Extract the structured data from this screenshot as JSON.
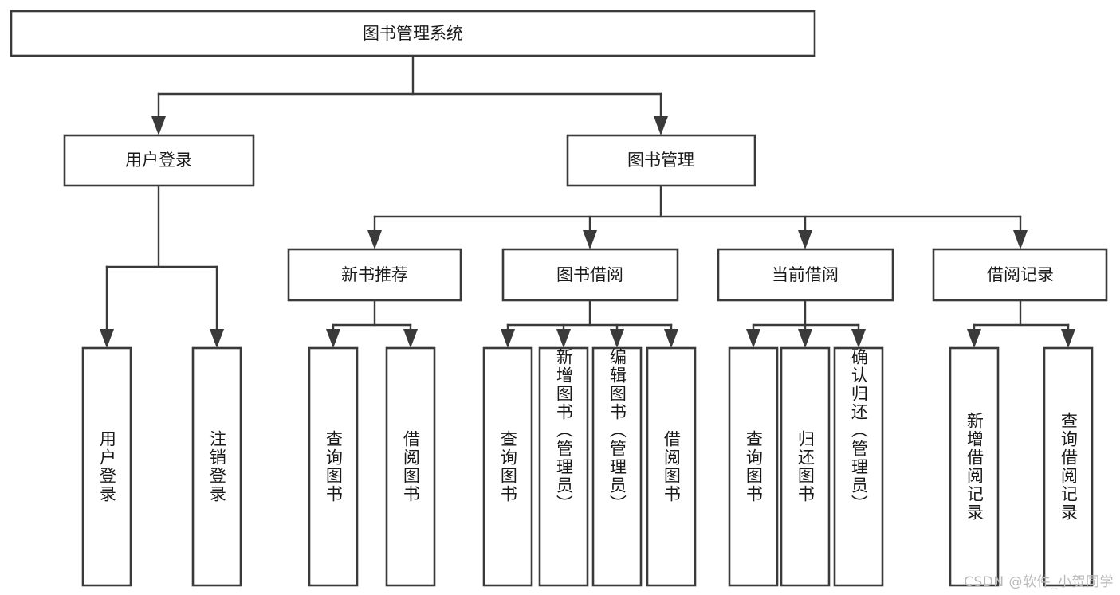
{
  "diagram": {
    "title_node": {
      "label": "图书管理系统"
    },
    "level1": [
      {
        "id": "user-login",
        "label": "用户登录"
      },
      {
        "id": "book-management",
        "label": "图书管理"
      }
    ],
    "level2": [
      {
        "id": "new-book-recommend",
        "label": "新书推荐"
      },
      {
        "id": "book-borrow",
        "label": "图书借阅"
      },
      {
        "id": "current-borrow",
        "label": "当前借阅"
      },
      {
        "id": "borrow-record",
        "label": "借阅记录"
      }
    ],
    "leaves": {
      "user_login": [
        {
          "id": "leaf-user-login",
          "label": "用户登录"
        },
        {
          "id": "leaf-logout-login",
          "label": "注销登录"
        }
      ],
      "new_book_recommend": [
        {
          "id": "leaf-query-book-1",
          "label": "查询图书"
        },
        {
          "id": "leaf-borrow-book-1",
          "label": "借阅图书"
        }
      ],
      "book_borrow": [
        {
          "id": "leaf-query-book-2",
          "label": "查询图书"
        },
        {
          "id": "leaf-add-book",
          "label": "新增图书（管理员）"
        },
        {
          "id": "leaf-edit-book",
          "label": "编辑图书（管理员）"
        },
        {
          "id": "leaf-borrow-book-2",
          "label": "借阅图书"
        }
      ],
      "current_borrow": [
        {
          "id": "leaf-query-book-3",
          "label": "查询图书"
        },
        {
          "id": "leaf-return-book",
          "label": "归还图书"
        },
        {
          "id": "leaf-confirm-return",
          "label": "确认归还（管理员）"
        }
      ],
      "borrow_record": [
        {
          "id": "leaf-add-record",
          "label": "新增借阅记录"
        },
        {
          "id": "leaf-query-record",
          "label": "查询借阅记录"
        }
      ]
    }
  },
  "watermark": {
    "text": "CSDN @软件_小贺同学"
  },
  "colors": {
    "stroke": "#3a3a3a",
    "box_fill": "#ffffff",
    "text": "#1a1a1a",
    "watermark": "#b9b9b9",
    "background": "#ffffff"
  }
}
